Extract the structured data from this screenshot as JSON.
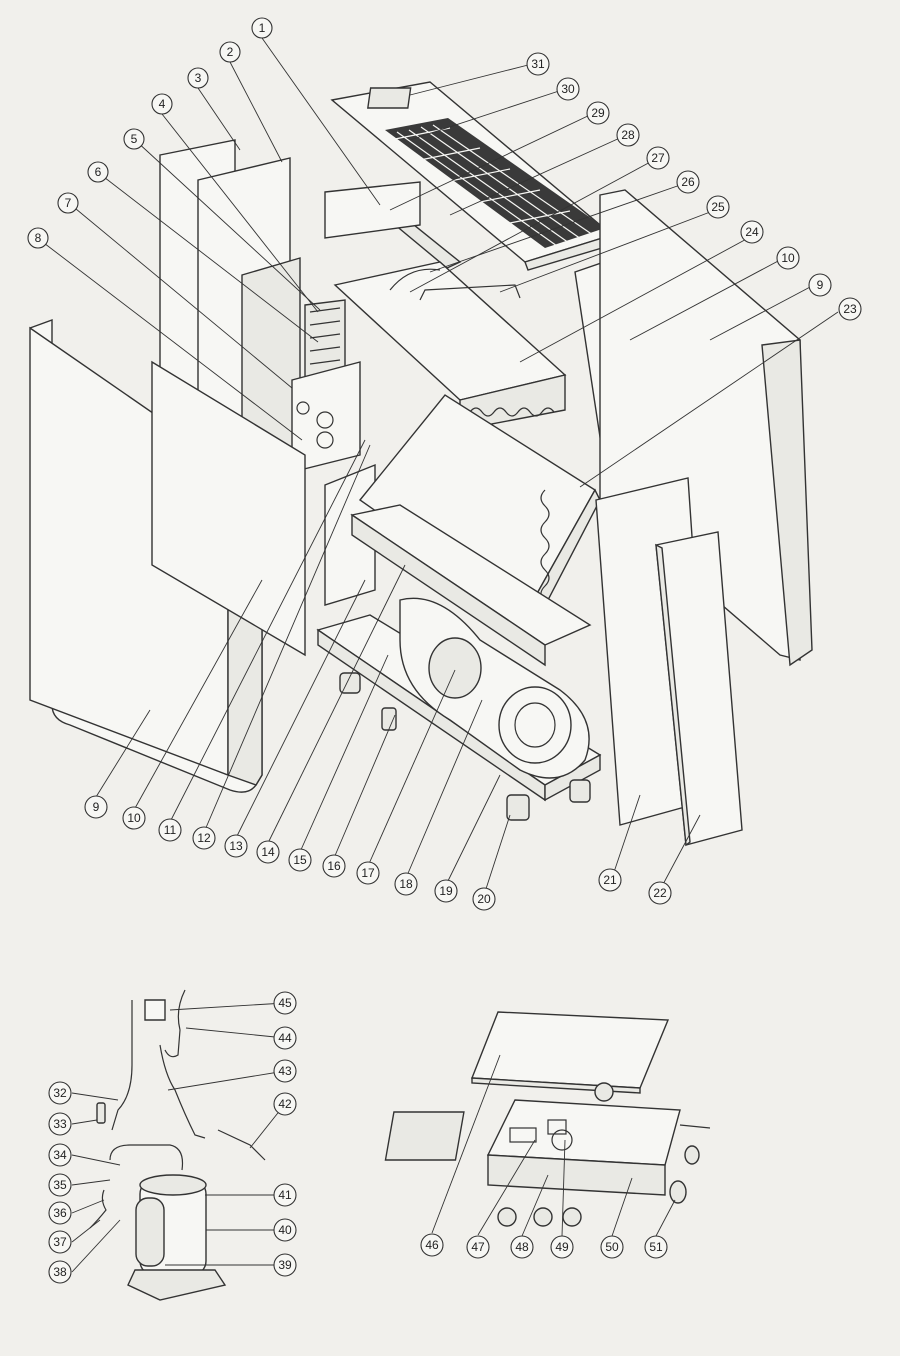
{
  "diagram": {
    "callouts_main": [
      "1",
      "2",
      "3",
      "4",
      "5",
      "6",
      "7",
      "8",
      "9",
      "10",
      "11",
      "12",
      "13",
      "14",
      "15",
      "16",
      "17",
      "18",
      "19",
      "20",
      "21",
      "22",
      "23",
      "24",
      "25",
      "26",
      "27",
      "28",
      "29",
      "30",
      "31",
      "10",
      "9"
    ],
    "callouts_refrigerant": [
      "32",
      "33",
      "34",
      "35",
      "36",
      "37",
      "38",
      "39",
      "40",
      "41",
      "42",
      "43",
      "44",
      "45"
    ],
    "callouts_control": [
      "46",
      "47",
      "48",
      "49",
      "50",
      "51"
    ]
  },
  "colors": {
    "background": "#f1f0ec",
    "line": "#333333",
    "part_fill": "#f7f7f4"
  }
}
